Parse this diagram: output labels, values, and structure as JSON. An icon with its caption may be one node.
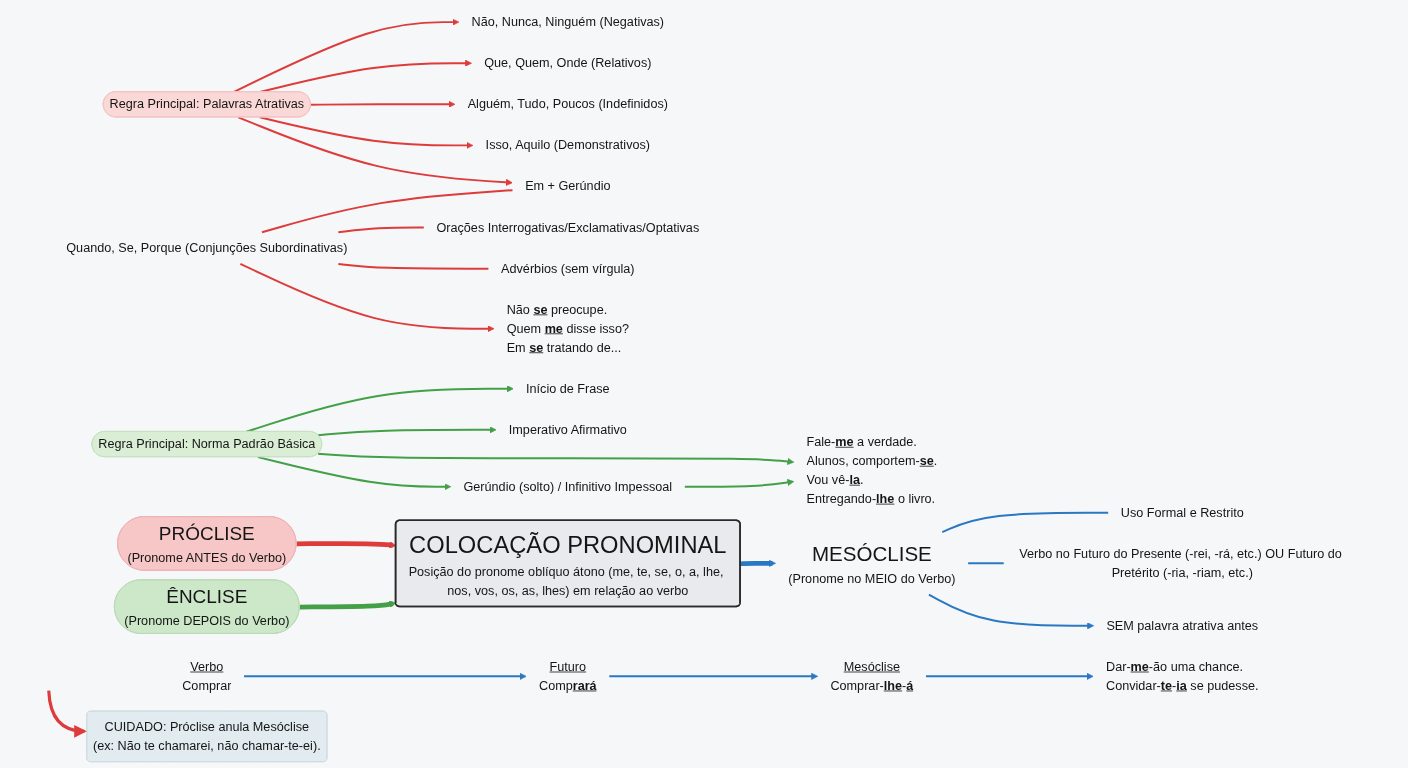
{
  "diagram": {
    "nodes": [
      {
        "text": [
          "PRÓCLISE",
          "(Pronome ANTES do Verbo)"
        ]
      },
      {
        "text": [
          "Regra Principal: Palavras Atrativas"
        ]
      },
      {
        "text": [
          "Não, Nunca, Ninguém (Negativas)"
        ]
      },
      {
        "text": [
          "Que, Quem, Onde (Relativos)"
        ]
      },
      {
        "text": [
          "Alguém, Tudo, Poucos (Indefinidos)"
        ]
      },
      {
        "text": [
          "Isso, Aquilo (Demonstrativos)"
        ]
      },
      {
        "text": [
          "Quando, Se, Porque (Conjunções Subordinativas)"
        ]
      },
      {
        "text": [
          "Em + Gerúndio"
        ]
      },
      {
        "text": [
          "Orações Interrogativas/Exclamativas/Optativas"
        ]
      },
      {
        "text": [
          "Advérbios (sem vírgula)"
        ]
      },
      {
        "text": [
          "Não **se** preocupe.",
          "Quem **me** disse isso?",
          "Em **se** tratando de..."
        ]
      },
      {
        "text": [
          "ÊNCLISE",
          "(Pronome DEPOIS do Verbo)"
        ]
      },
      {
        "text": [
          "Regra Principal: Norma Padrão Básica"
        ]
      },
      {
        "text": [
          "Início de Frase"
        ]
      },
      {
        "text": [
          "Imperativo Afirmativo"
        ]
      },
      {
        "text": [
          "Gerúndio (solto) / Infinitivo Impessoal"
        ]
      },
      {
        "text": [
          "Fale-**me** a verdade.",
          "Alunos, comportem-**se**.",
          "Vou vê-**la**.",
          "Entregando-**lhe** o livro."
        ]
      },
      {
        "text": [
          "COLOCAÇÃO PRONOMINAL",
          "Posição do pronome oblíquo átono (me, te, se, o, a, lhe, nos, vos, os, as, lhes) em relação ao verbo"
        ]
      },
      {
        "text": [
          "MESÓCLISE",
          "(Pronome no MEIO do Verbo)"
        ]
      },
      {
        "text": [
          "Uso Formal e Restrito"
        ]
      },
      {
        "text": [
          "Verbo no Futuro do Presente (-rei, -rá, etc.) OU Futuro do Pretérito (-ria, -riam, etc.)"
        ]
      },
      {
        "text": [
          "SEM palavra atrativa antes"
        ]
      },
      {
        "text": [
          "Verbo",
          "Comprar"
        ]
      },
      {
        "text": [
          "Futuro",
          "Comp**rará**"
        ]
      },
      {
        "text": [
          "Mesóclise",
          "Comprar-**lhe**-**á**"
        ]
      },
      {
        "text": [
          "Dar-**me**-ão uma chance.",
          "Convidar-**te**-**ia** se pudesse."
        ]
      },
      {
        "text": [
          "CUIDADO: Próclise anula Mesóclise",
          "(ex: Não te chamarei, não chamar-te-ei)."
        ]
      }
    ],
    "edges": [
      {
        "from": 0,
        "to": 17,
        "arrow": "to",
        "style": "thick"
      },
      {
        "from": 11,
        "to": 17,
        "arrow": "to",
        "style": "thick",
        "color": "#43a047"
      },
      {
        "from": 17,
        "to": 18,
        "arrow": "to",
        "style": "thick",
        "color": "#2b78c2"
      },
      {
        "from": 1,
        "to": 2,
        "arrow": "to"
      },
      {
        "from": 1,
        "to": 3,
        "arrow": "to"
      },
      {
        "from": 1,
        "to": 4,
        "arrow": "to"
      },
      {
        "from": 1,
        "to": 5,
        "arrow": "to"
      },
      {
        "from": 1,
        "to": 7,
        "arrow": "to"
      },
      {
        "from": 6,
        "to": 7,
        "arrow": "none"
      },
      {
        "from": 6,
        "to": 8,
        "arrow": "none"
      },
      {
        "from": 6,
        "to": 9,
        "arrow": "none"
      },
      {
        "from": 6,
        "to": 10,
        "arrow": "to"
      },
      {
        "from": 12,
        "to": 13,
        "arrow": "to",
        "color": "#43a047"
      },
      {
        "from": 12,
        "to": 14,
        "arrow": "to",
        "color": "#43a047"
      },
      {
        "from": 12,
        "to": 15,
        "arrow": "to",
        "color": "#43a047"
      },
      {
        "from": 12,
        "to": 16,
        "arrow": "to",
        "color": "#43a047"
      },
      {
        "from": 15,
        "to": 16,
        "arrow": "to",
        "color": "#43a047"
      },
      {
        "from": 18,
        "to": 19,
        "arrow": "none",
        "color": "#2b78c2"
      },
      {
        "from": 18,
        "to": 20,
        "arrow": "none",
        "color": "#2b78c2"
      },
      {
        "from": 18,
        "to": 21,
        "arrow": "to",
        "color": "#2b78c2"
      },
      {
        "from": 22,
        "to": 23,
        "arrow": "to",
        "color": "#2b78c2"
      },
      {
        "from": 23,
        "to": 24,
        "arrow": "to",
        "color": "#2b78c2"
      },
      {
        "from": 24,
        "to": 25,
        "arrow": "to",
        "color": "#2b78c2"
      },
      {
        "from": null,
        "to": 26,
        "arrow": "to"
      }
    ]
  }
}
